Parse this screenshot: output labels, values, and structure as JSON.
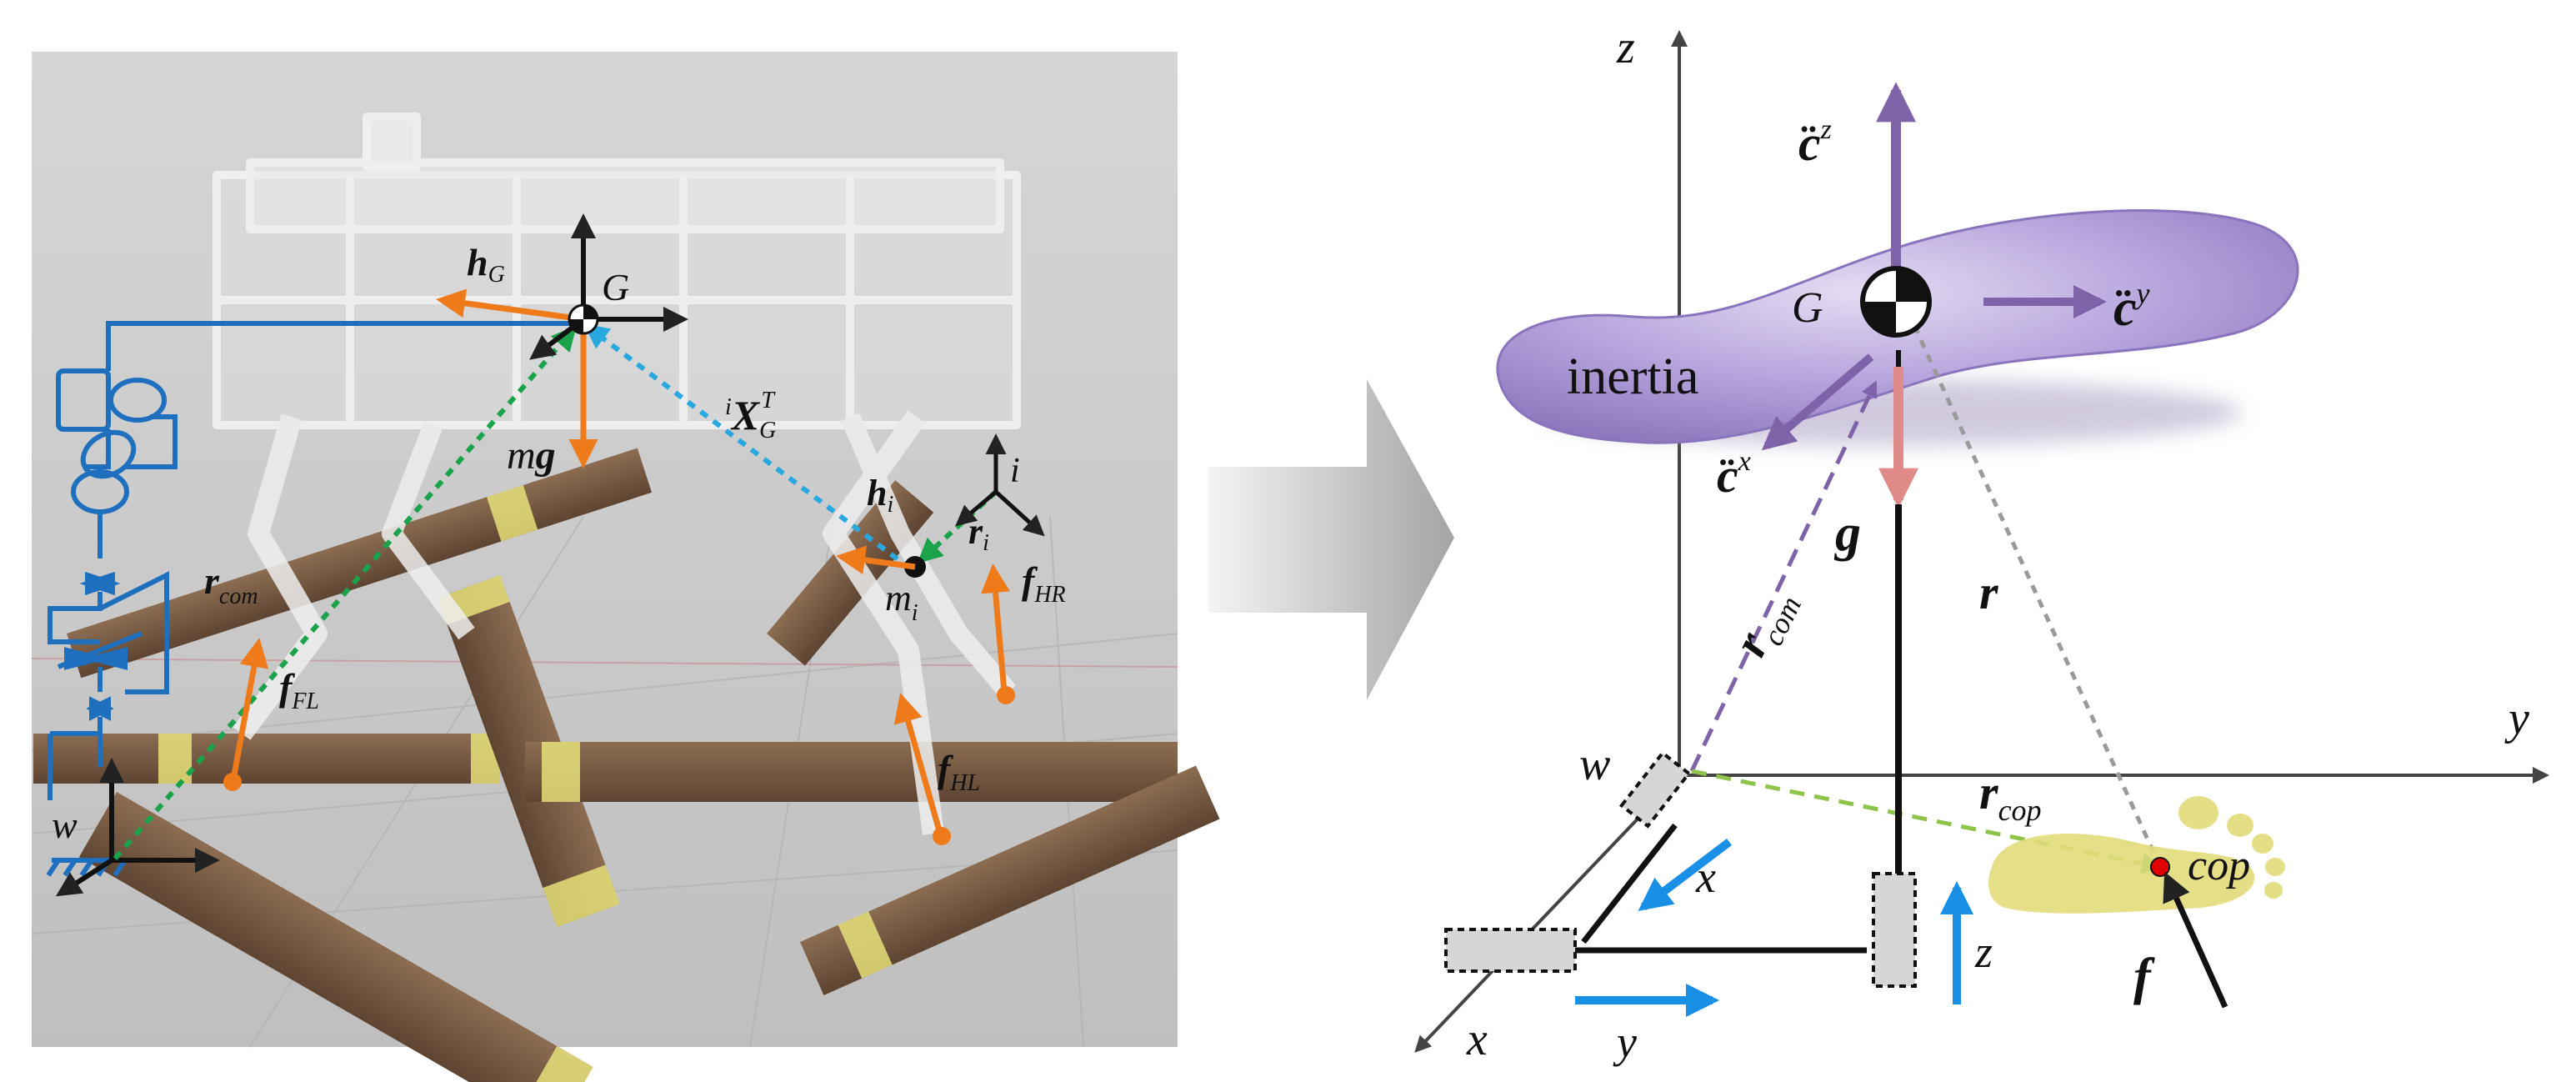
{
  "left_panel": {
    "labels": {
      "G": "G",
      "hG": "h",
      "hG_sub": "G",
      "mg_m": "m",
      "mg_g": "g",
      "iXG_pre": "i",
      "iXG_main": "X",
      "iXG_sub": "G",
      "iXG_sup": "T",
      "i_axis": "i",
      "hi": "h",
      "hi_sub": "i",
      "ri": "r",
      "ri_sub": "i",
      "mi": "m",
      "mi_sub": "i",
      "fHR": "f",
      "fHR_sub": "HR",
      "fFL": "f",
      "fFL_sub": "FL",
      "fHL": "f",
      "fHL_sub": "HL",
      "rcom": "r",
      "rcom_sub": "com",
      "w": "w"
    },
    "colors": {
      "background": "#c8c8c8",
      "orange_force": "#ee7a1a",
      "blue_mechanism": "#1f6fbf",
      "green_dashed": "#1aa34a",
      "cyan_dashed": "#29a8e0",
      "timber": "#7a5c42",
      "timber_tape": "#e6e07a"
    }
  },
  "transition_arrow": {
    "color_start": "#f2f2f2",
    "color_end": "#a8a8a8"
  },
  "right_panel": {
    "labels": {
      "z_axis": "z",
      "y_axis": "y",
      "cz": "c",
      "cz_sup": "z",
      "cy": "c",
      "cy_sup": "y",
      "cx": "c",
      "cx_sup": "x",
      "G": "G",
      "inertia": "inertia",
      "g": "g",
      "r": "r",
      "rcom": "r",
      "rcom_sub": "com",
      "rcop": "r",
      "rcop_sub": "cop",
      "w": "w",
      "cop": "cop",
      "f": "f",
      "x_blue": "x",
      "z_blue": "z",
      "y_blue": "y",
      "x_axis": "x"
    },
    "colors": {
      "inertia_body": "#a892d2",
      "purple_arrow": "#7e63a8",
      "gravity_arrow": "#e08a8a",
      "blue_arrow": "#1a8fe6",
      "foot": "#e2dc7a",
      "cop_dot": "#e00000",
      "rcop_dashed": "#8fc44a",
      "r_dashed": "#9a9a9a"
    }
  }
}
